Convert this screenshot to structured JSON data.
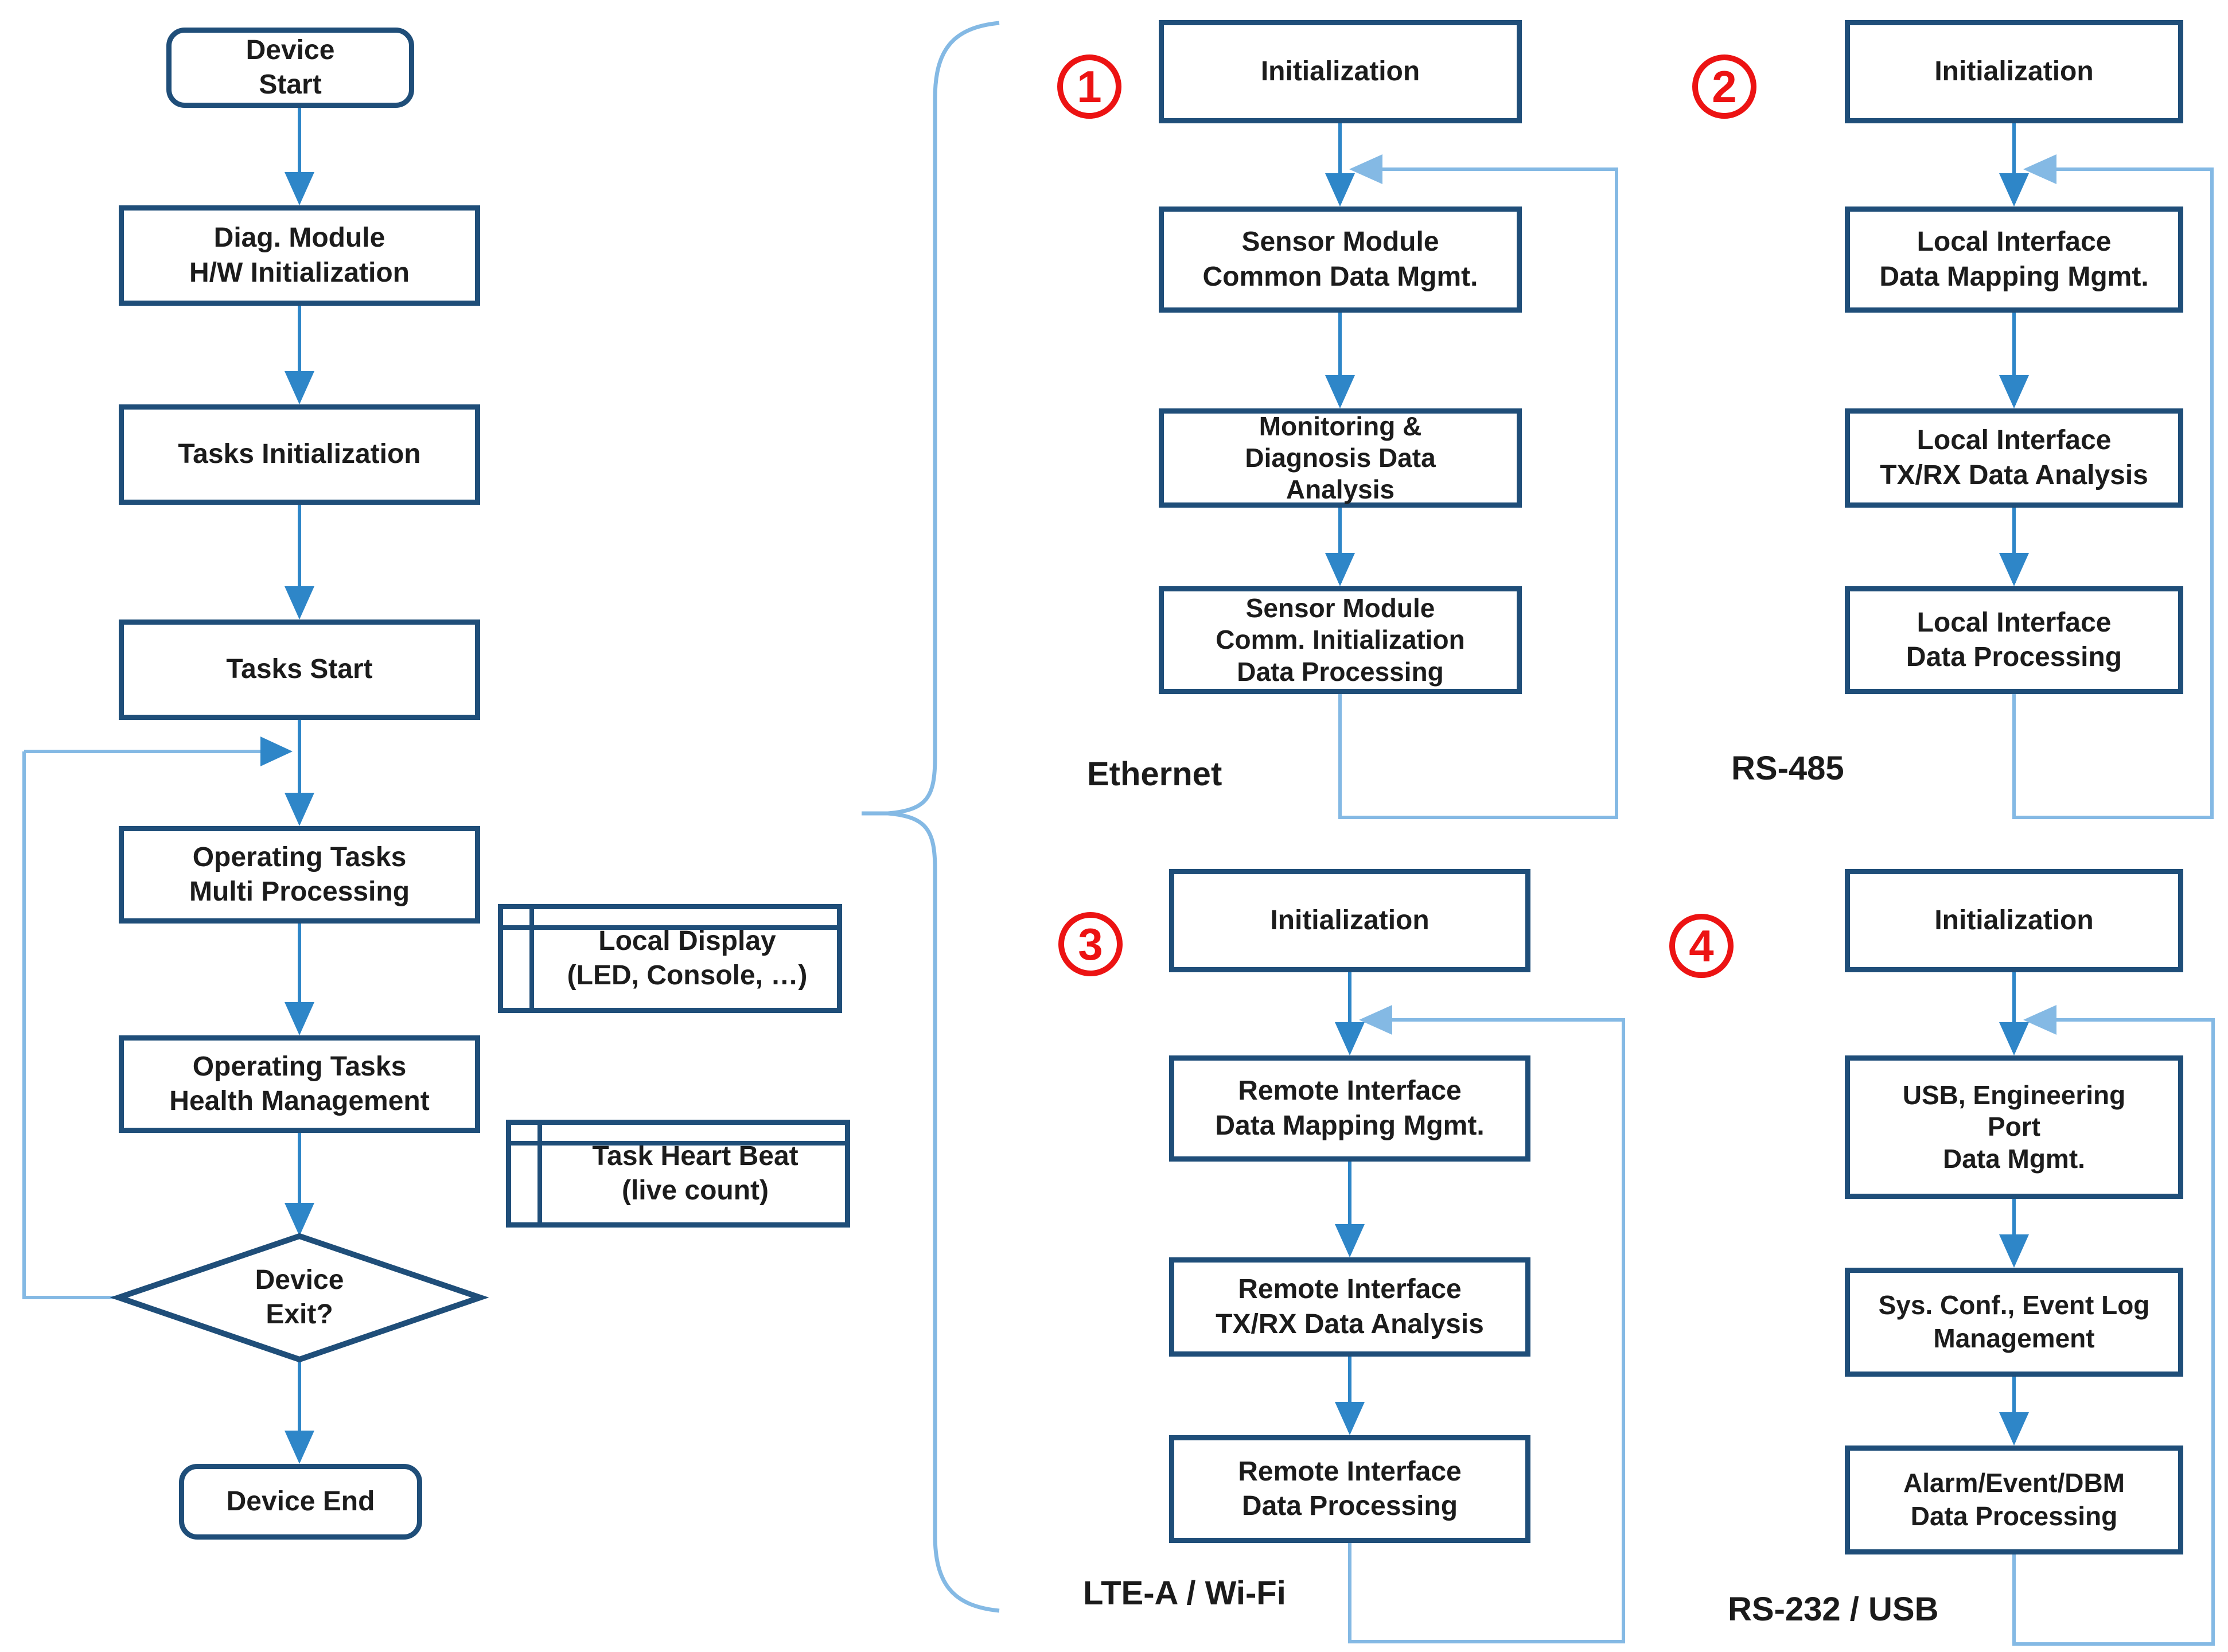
{
  "colors": {
    "box_border": "#1f4e79",
    "connector_blue": "#2e86c8",
    "loop_light_blue": "#84b9e4",
    "badge_red": "#ec1313",
    "text": "#1c1c1c"
  },
  "main_flow": {
    "nodes": {
      "device_start": "Device\nStart",
      "diag_module": "Diag. Module\nH/W Initialization",
      "tasks_init": "Tasks Initialization",
      "tasks_start": "Tasks Start",
      "op_multi": "Operating Tasks\nMulti Processing",
      "op_health": "Operating Tasks\nHealth Management",
      "device_exit": "Device\nExit?",
      "device_end": "Device End"
    },
    "side_notes": {
      "local_display": "Local Display\n(LED, Console, …)",
      "task_heartbeat": "Task Heart Beat\n(live count)"
    }
  },
  "subflows": [
    {
      "number": "1",
      "label": "Ethernet",
      "steps": [
        "Initialization",
        "Sensor Module\nCommon Data Mgmt.",
        "Monitoring &\nDiagnosis Data\nAnalysis",
        "Sensor Module\nComm. Initialization\nData Processing"
      ]
    },
    {
      "number": "2",
      "label": "RS-485",
      "steps": [
        "Initialization",
        "Local Interface\nData Mapping Mgmt.",
        "Local Interface\nTX/RX Data Analysis",
        "Local Interface\nData Processing"
      ]
    },
    {
      "number": "3",
      "label": "LTE-A / Wi-Fi",
      "steps": [
        "Initialization",
        "Remote Interface\nData Mapping Mgmt.",
        "Remote Interface\nTX/RX Data Analysis",
        "Remote Interface\nData Processing"
      ]
    },
    {
      "number": "4",
      "label": "RS-232 / USB",
      "steps": [
        "Initialization",
        "USB, Engineering\nPort\nData Mgmt.",
        "Sys. Conf., Event Log\nManagement",
        "Alarm/Event/DBM\nData Processing"
      ]
    }
  ]
}
